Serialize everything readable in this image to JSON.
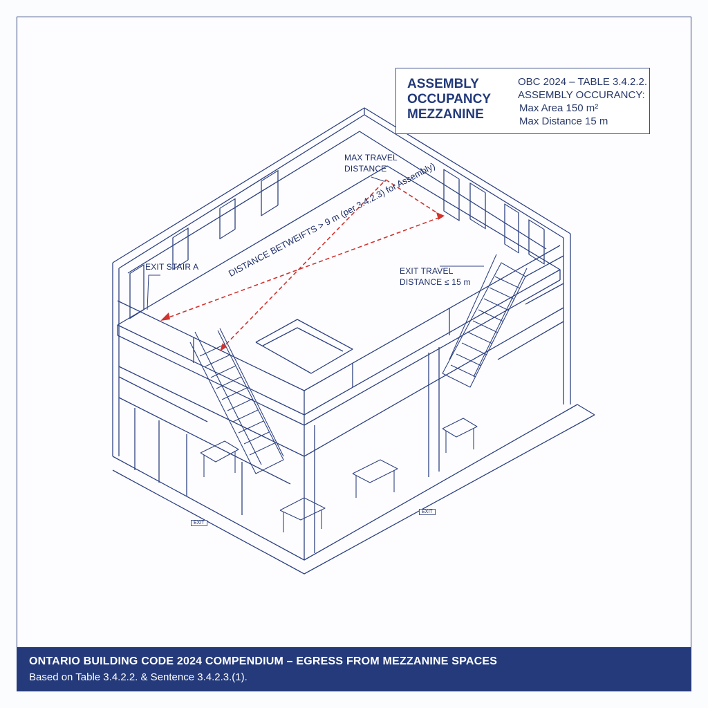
{
  "infobox": {
    "title_lines": [
      "ASSEMBLY",
      "OCCUPANCY",
      "MEZZANINE"
    ],
    "spec_lines": [
      "OBC 2024 – TABLE 3.4.2.2.",
      "ASSEMBLY OCCURANCY:",
      "Max Area 150 m²",
      "Max Distance 15 m"
    ]
  },
  "labels": {
    "max_travel": [
      "MAX TRAVEL",
      "DISTANCE"
    ],
    "exit_stair_a": "EXIT STAIR A",
    "exit_travel": [
      "EXIT TRAVEL",
      "DISTANCE ≤ 15 m"
    ],
    "distance_between": "DISTANCE BETWEIFTS > 9 m (per 3.4.2.3) for Assembly)"
  },
  "tags": [
    "EXIT",
    "EXIT"
  ],
  "footer": {
    "title": "ONTARIO BUILDING CODE 2024 COMPENDIUM – EGRESS FROM MEZZANINE SPACES",
    "subtitle": "Based on Table 3.4.2.2. & Sentence 3.4.2.3.(1)."
  },
  "colors": {
    "line": "#2e4280",
    "dash_red": "#d2322d",
    "footer_bg": "#243a7a"
  }
}
